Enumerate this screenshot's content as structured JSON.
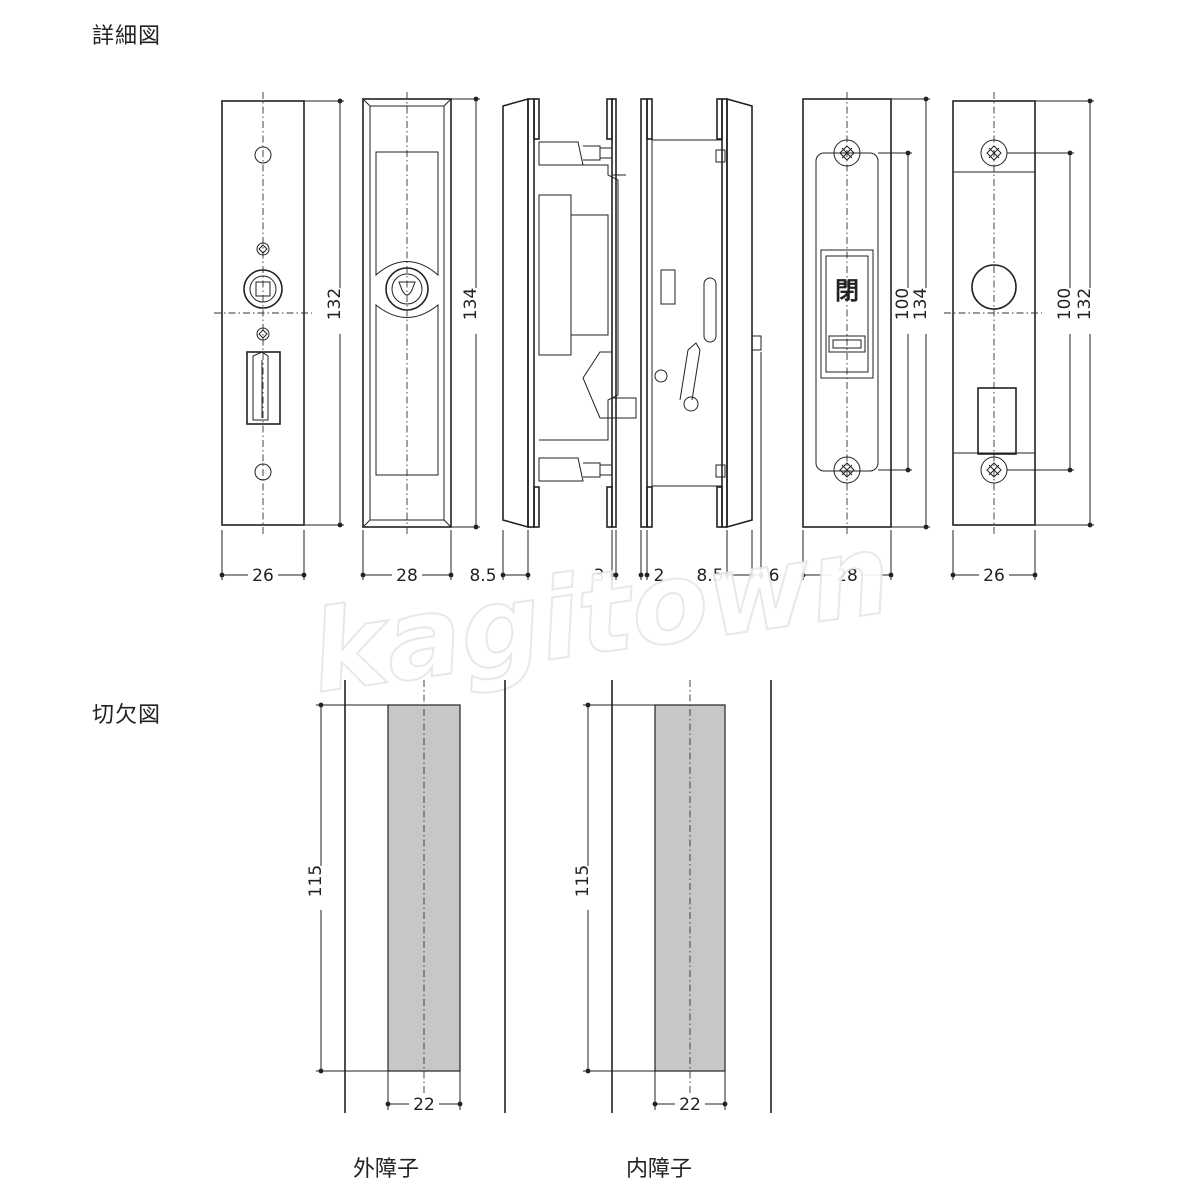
{
  "titles": {
    "detail": "詳細図",
    "cutout": "切欠図"
  },
  "dimensions": {
    "plate1_width": "26",
    "plate1_height": "132",
    "plate2_width": "28",
    "plate2_height": "134",
    "side_a": "8.5",
    "side_b": "3",
    "side_c": "2",
    "side_d": "8.5",
    "side_e": "6",
    "plate3_width": "28",
    "plate3_inner": "100",
    "plate3_height": "134",
    "plate4_width": "26",
    "plate4_inner": "100",
    "plate4_height": "132",
    "cut_outer_height": "115",
    "cut_outer_width": "22",
    "cut_inner_height": "115",
    "cut_inner_width": "22"
  },
  "indicator_text": "閉",
  "cut_labels": {
    "outer": "外障子",
    "inner": "内障子"
  },
  "watermark": "kagitown"
}
